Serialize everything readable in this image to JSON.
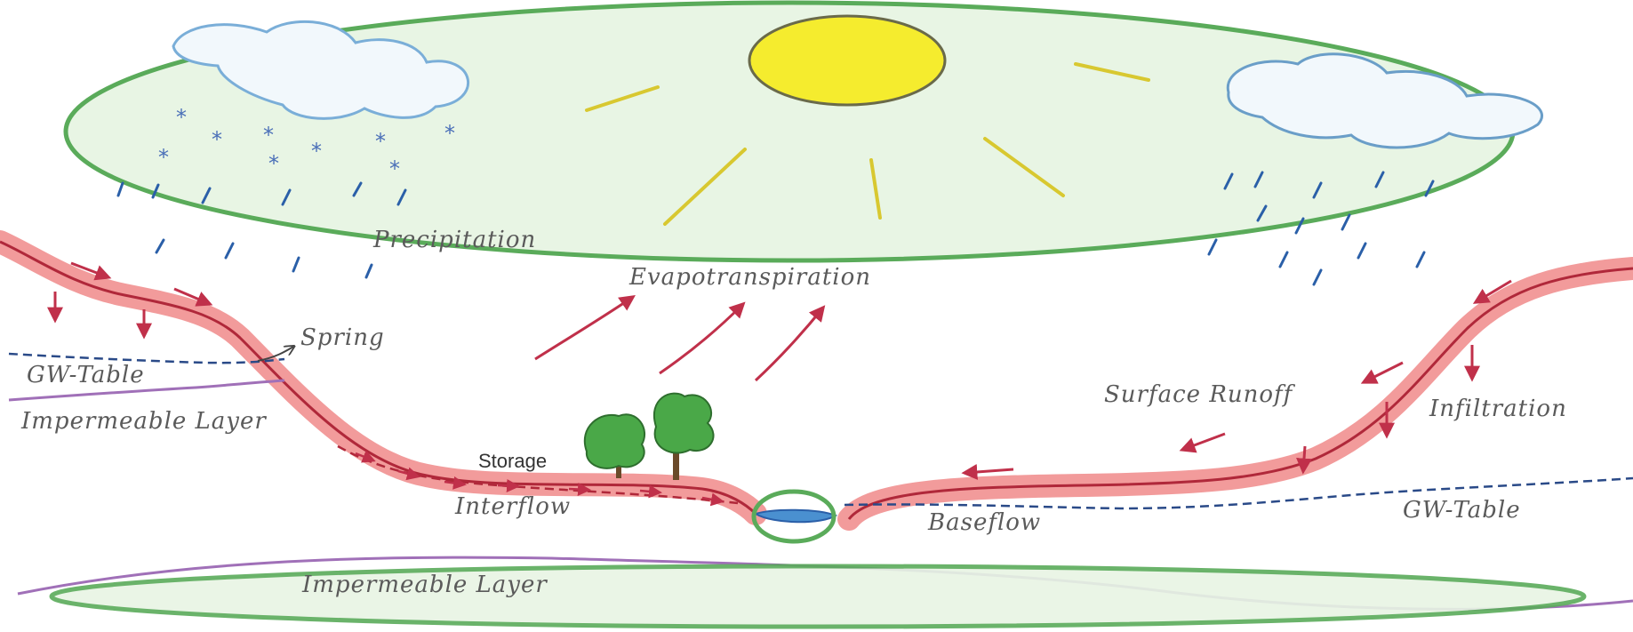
{
  "labels": {
    "precipitation": "Precipitation",
    "evapotranspiration": "Evapotranspiration",
    "spring": "Spring",
    "gw_table_left": "GW-Table",
    "impermeable_layer_left": "Impermeable Layer",
    "storage": "Storage",
    "interflow": "Interflow",
    "baseflow": "Baseflow",
    "surface_runoff": "Surface Runoff",
    "infiltration": "Infiltration",
    "gw_table_right": "GW-Table",
    "impermeable_layer_bottom": "Impermeable Layer"
  },
  "icons": {
    "sun": "sun-icon",
    "clouds": [
      "snow-cloud-icon",
      "rain-cloud-icon"
    ],
    "trees": [
      "tree-icon",
      "tree-icon"
    ]
  },
  "colors": {
    "highlight_fill": "#e8f5e4",
    "highlight_stroke": "#5aab5a",
    "terrain_highlight": "#f08a8a",
    "arrows": "#c0304a",
    "water": "#4a90d0",
    "rain": "#2a5fa8",
    "sun": "#f5ec2e",
    "impermeable": "#a070b8"
  }
}
